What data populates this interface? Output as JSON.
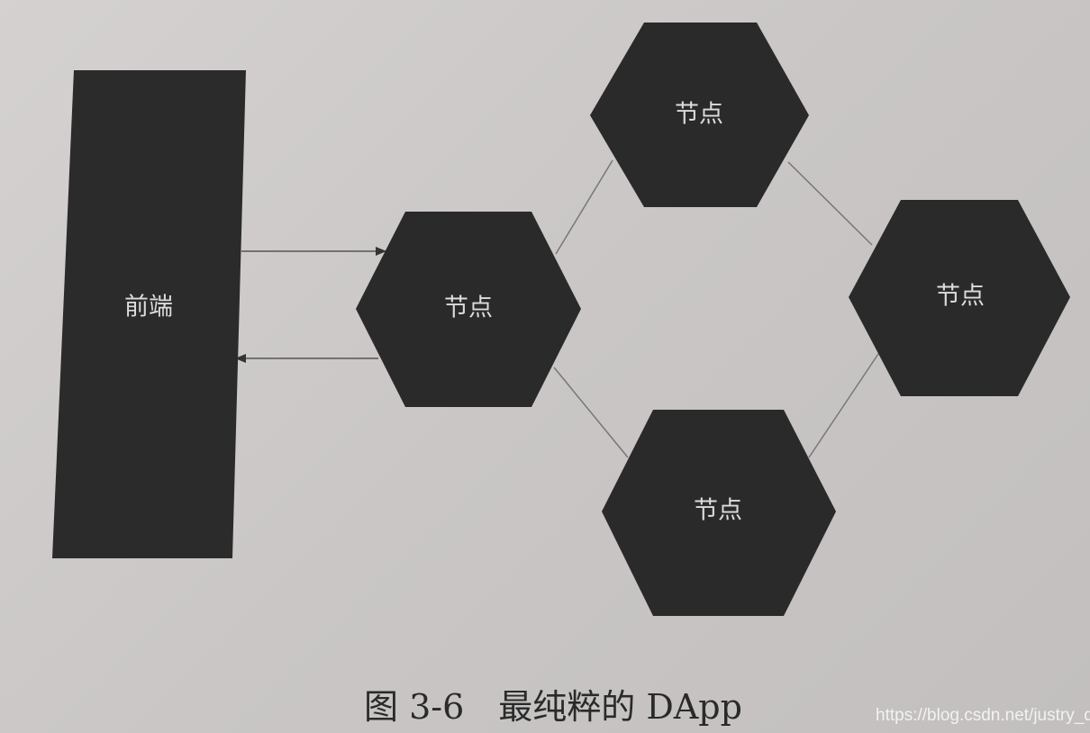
{
  "diagram": {
    "frontend_label": "前端",
    "node_label": "节点",
    "nodes": [
      "节点",
      "节点",
      "节点",
      "节点"
    ],
    "caption": "图 3-6　最纯粹的 DApp",
    "watermark": "https://blog.csdn.net/justry_deng",
    "colors": {
      "shape_fill": "#2b2b2b",
      "connector": "#6a6a6a",
      "background": "#cfcccb"
    }
  }
}
